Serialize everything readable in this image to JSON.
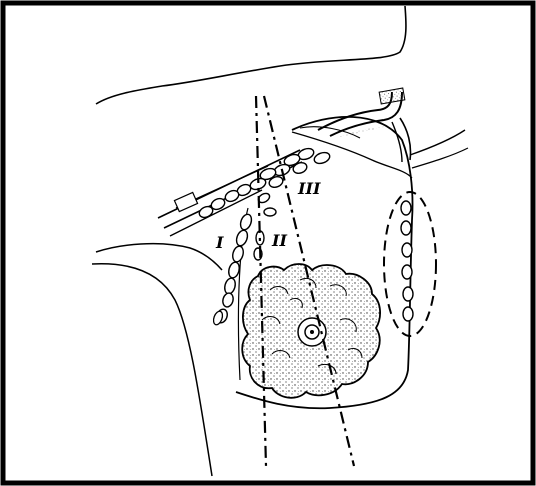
{
  "labels": {
    "level_1": "I",
    "level_2": "II",
    "level_3": "III"
  },
  "colors": {
    "ink": "#000000",
    "paper": "#ffffff",
    "stipple": "#333333"
  }
}
